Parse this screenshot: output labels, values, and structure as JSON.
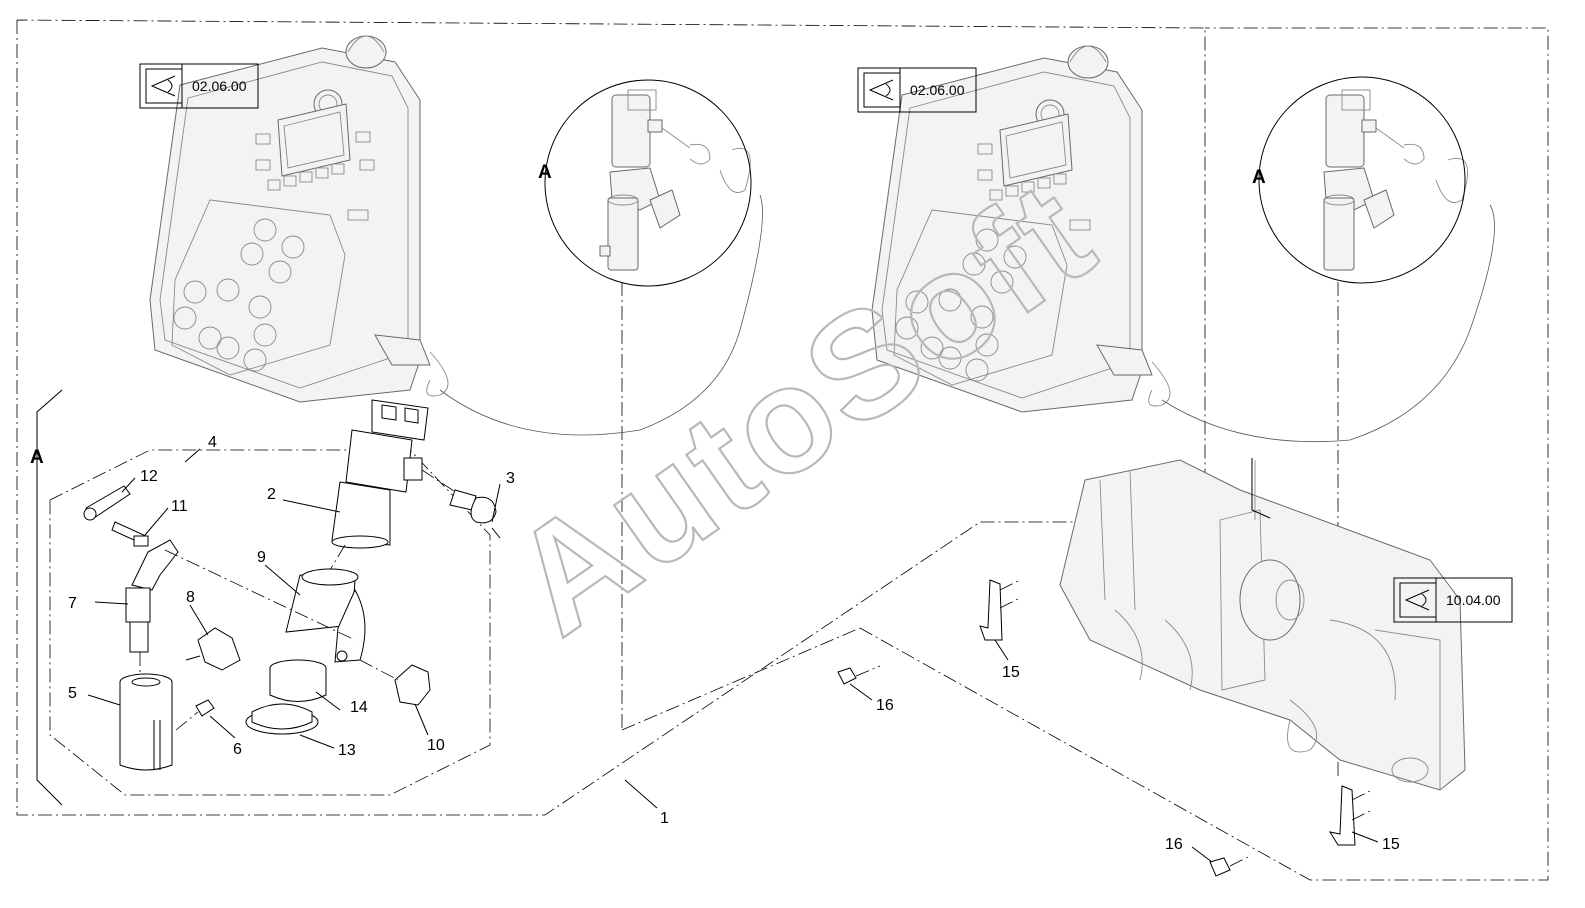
{
  "view_markers": {
    "detail_a": "A"
  },
  "reference_boxes": [
    {
      "id": "ref-1",
      "code": "02.06.00"
    },
    {
      "id": "ref-2",
      "code": "02.06.00"
    },
    {
      "id": "ref-3",
      "code": "10.04.00"
    }
  ],
  "callouts": {
    "p1": "1",
    "p2": "2",
    "p3": "3",
    "p4": "4",
    "p5": "5",
    "p6": "6",
    "p7": "7",
    "p8": "8",
    "p9": "9",
    "p10": "10",
    "p11": "11",
    "p12": "12",
    "p13": "13",
    "p14": "14",
    "p15a": "15",
    "p15b": "15",
    "p16a": "16",
    "p16b": "16"
  },
  "watermark": "AutoSoft",
  "colors": {
    "line": "#000000",
    "drawing_gray": "#6a6a6a",
    "watermark": "#b8b8b8"
  }
}
